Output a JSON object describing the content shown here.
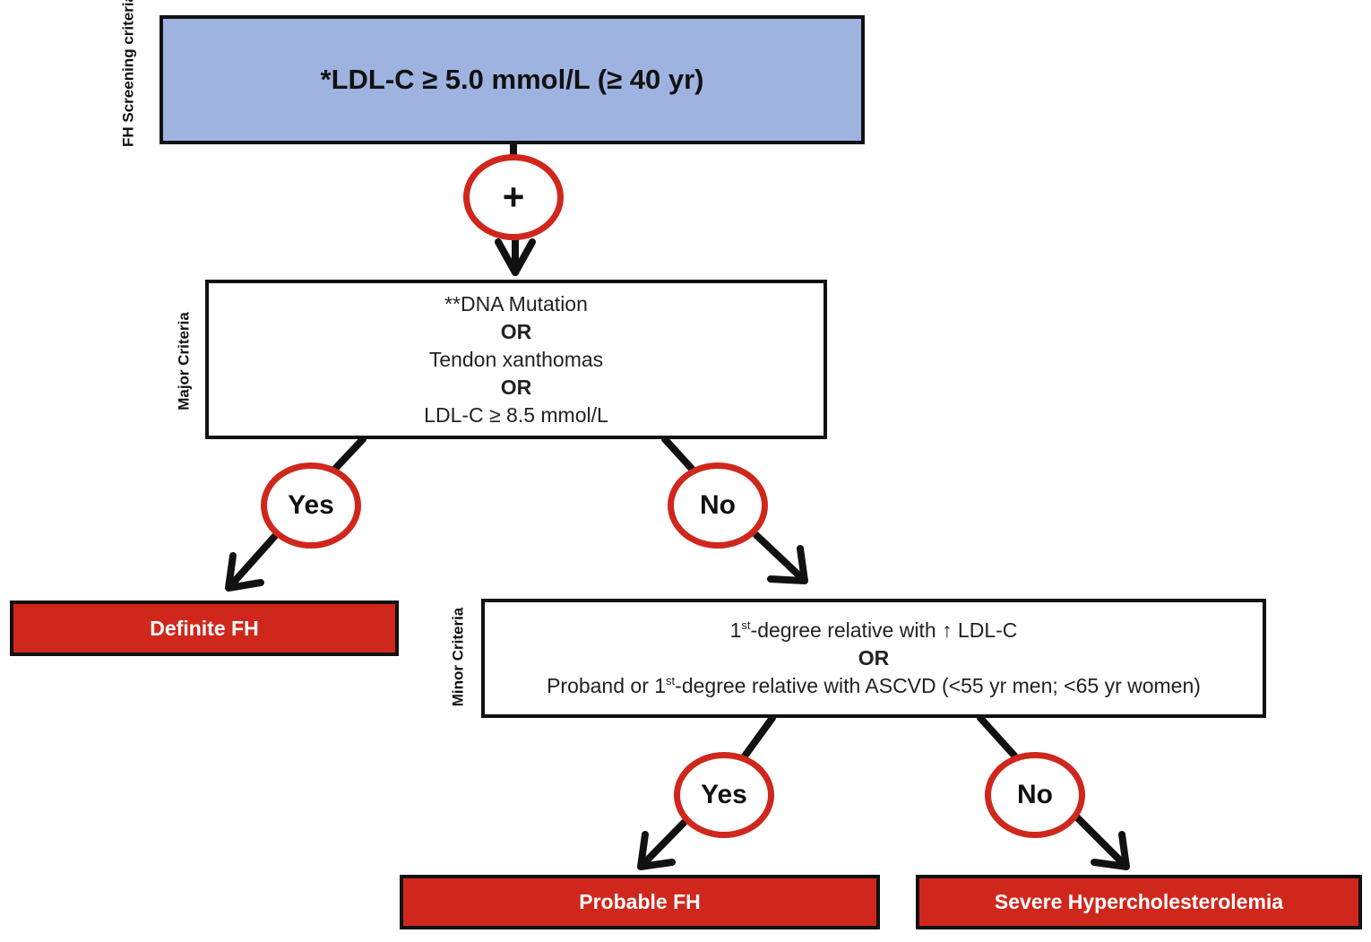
{
  "screening": {
    "side_label": "FH Screening criteria",
    "text": "*LDL-C ≥ 5.0 mmol/L (≥ 40 yr)"
  },
  "plus_symbol": "+",
  "major": {
    "side_label": "Major Criteria",
    "line1": "**DNA Mutation",
    "or1": "OR",
    "line2": "Tendon xanthomas",
    "or2": "OR",
    "line3": "LDL-C ≥ 8.5 mmol/L"
  },
  "minor": {
    "side_label": "Minor Criteria",
    "line1_pre": "1",
    "line1_sup": "st",
    "line1_post": "-degree relative with ↑ LDL-C",
    "or1": "OR",
    "line2_pre": "Proband or 1",
    "line2_sup": "st",
    "line2_post": "-degree relative with ASCVD (<55 yr men; <65 yr women)"
  },
  "branches": {
    "major_yes": "Yes",
    "major_no": "No",
    "minor_yes": "Yes",
    "minor_no": "No"
  },
  "outcomes": {
    "definite": "Definite FH",
    "probable": "Probable FH",
    "severe": "Severe Hypercholesterolemia"
  },
  "colors": {
    "screening_fill": "#9fb3e1",
    "outcome_fill": "#d0271d",
    "circle_border": "#d0271d",
    "outline": "#111111"
  }
}
